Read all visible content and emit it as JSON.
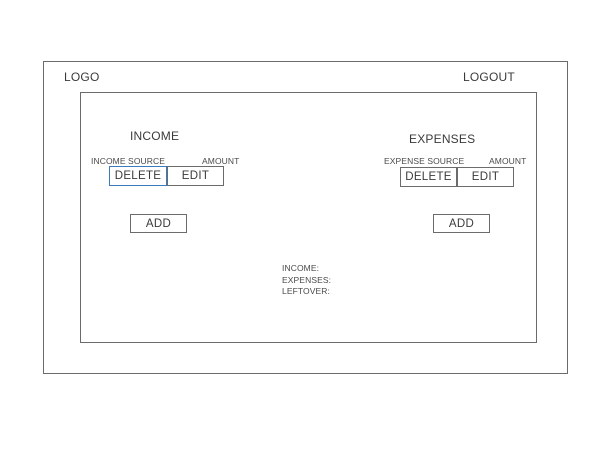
{
  "header": {
    "logo": "LOGO",
    "logout": "LOGOUT"
  },
  "income": {
    "title": "INCOME",
    "source_label": "INCOME SOURCE",
    "amount_label": "AMOUNT",
    "delete_label": "DELETE",
    "edit_label": "EDIT",
    "add_label": "ADD"
  },
  "expenses": {
    "title": "EXPENSES",
    "source_label": "EXPENSE SOURCE",
    "amount_label": "AMOUNT",
    "delete_label": "DELETE",
    "edit_label": "EDIT",
    "add_label": "ADD"
  },
  "summary": {
    "income_label": "INCOME:",
    "expenses_label": "EXPENSES:",
    "leftover_label": "LEFTOVER:"
  },
  "colors": {
    "border": "#6b6b6b",
    "text": "#3a3a3a",
    "selected_outline": "#3b7bbf"
  }
}
